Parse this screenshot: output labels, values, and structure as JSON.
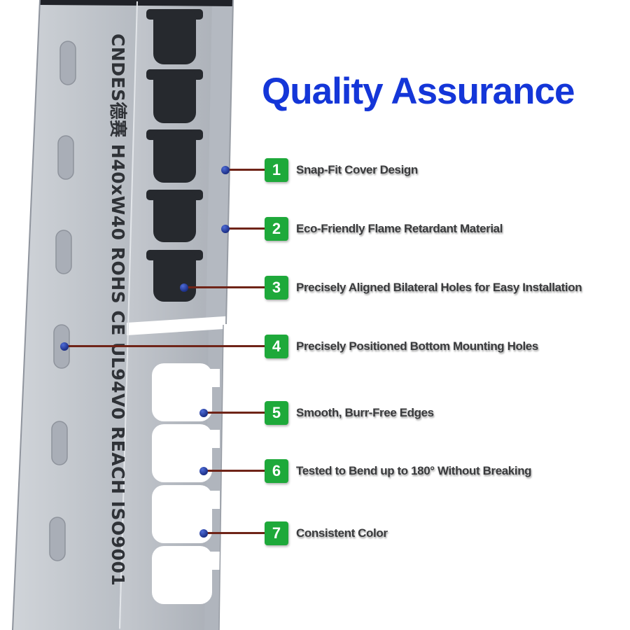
{
  "title": "Quality Assurance",
  "product": {
    "side_text": "CNDES德赛 H40xW40 ROHS CE UL94V0 REACH ISO9001"
  },
  "callouts": [
    {
      "number": "1",
      "label": "Snap-Fit Cover Design"
    },
    {
      "number": "2",
      "label": "Eco-Friendly Flame Retardant Material"
    },
    {
      "number": "3",
      "label": "Precisely Aligned Bilateral Holes for Easy Installation"
    },
    {
      "number": "4",
      "label": "Precisely Positioned Bottom Mounting Holes"
    },
    {
      "number": "5",
      "label": "Smooth, Burr-Free Edges"
    },
    {
      "number": "6",
      "label": "Tested to Bend up to 180° Without Breaking"
    },
    {
      "number": "7",
      "label": "Consistent Color"
    }
  ],
  "colors": {
    "title_blue": "#1436d8",
    "badge_green": "#1ea93a",
    "leader_line": "#6f2418",
    "dot_blue": "#1c2f86",
    "duct_gray": "#b9bec5",
    "slot_dark": "#26292e"
  }
}
